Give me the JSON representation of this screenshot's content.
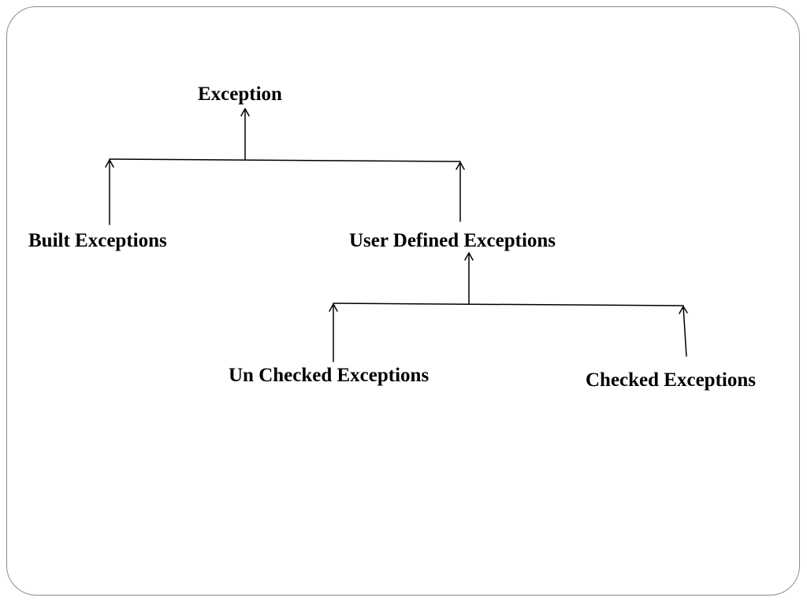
{
  "diagram": {
    "nodes": {
      "root": {
        "label": "Exception"
      },
      "built": {
        "label": "Built Exceptions"
      },
      "user_defined": {
        "label": "User Defined Exceptions"
      },
      "unchecked": {
        "label": "Un Checked Exceptions"
      },
      "checked": {
        "label": "Checked Exceptions"
      }
    },
    "edges": [
      {
        "from": "built",
        "to": "root"
      },
      {
        "from": "user_defined",
        "to": "root"
      },
      {
        "from": "unchecked",
        "to": "user_defined"
      },
      {
        "from": "checked",
        "to": "user_defined"
      }
    ],
    "line_color": "#000000",
    "text_color": "#000000",
    "background": "#ffffff"
  }
}
